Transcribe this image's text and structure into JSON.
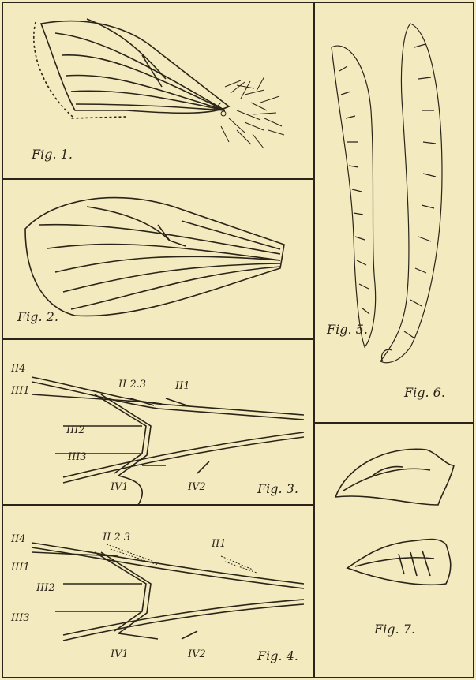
{
  "colors": {
    "paper": "#f3ebbf",
    "ink": "#2b2418"
  },
  "figures": {
    "fig1": "Fig. 1.",
    "fig2": "Fig. 2.",
    "fig3": "Fig. 3.",
    "fig4": "Fig. 4.",
    "fig5": "Fig. 5.",
    "fig6": "Fig. 6.",
    "fig7": "Fig. 7."
  },
  "fig3_veins": {
    "II4": "II4",
    "II23": "II 2.3",
    "II1": "II1",
    "III1": "III1",
    "III2": "III2",
    "III3": "III3",
    "IV1": "IV1",
    "IV2": "IV2"
  },
  "fig4_veins": {
    "II4": "II4",
    "II23": "II 2 3",
    "II1": "II1",
    "III1": "III1",
    "III2": "III2",
    "III3": "III3",
    "IV1": "IV1",
    "IV2": "IV2"
  }
}
